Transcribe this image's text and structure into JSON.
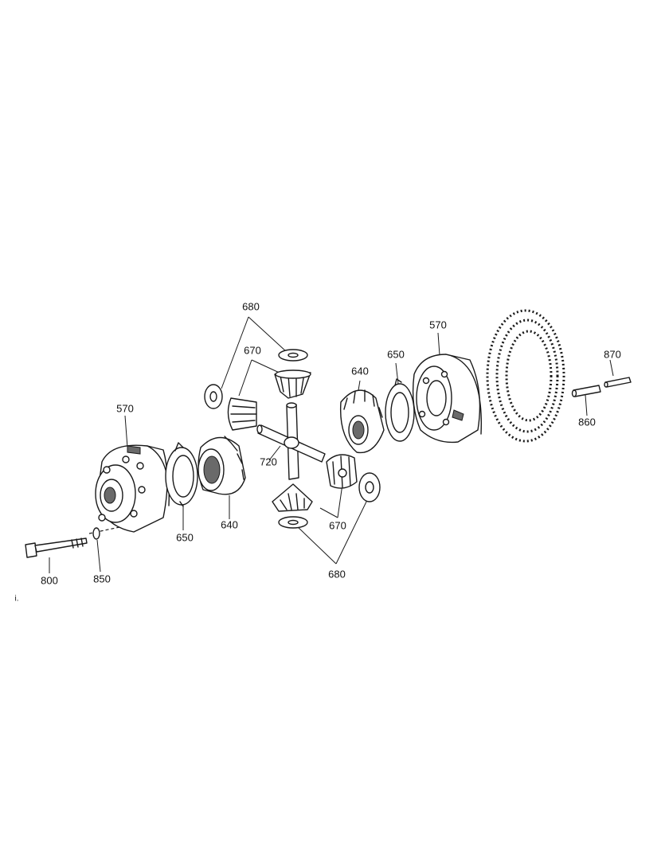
{
  "labels": {
    "n680_top": "680",
    "n670_top": "670",
    "n640_right": "640",
    "n650_right": "650",
    "n570_right": "570",
    "n870": "870",
    "n860": "860",
    "n570_left": "570",
    "n720": "720",
    "n650_left": "650",
    "n640_left": "640",
    "n670_bottom": "670",
    "n680_bottom": "680",
    "n800": "800",
    "n850": "850",
    "stray_mark": "i."
  }
}
